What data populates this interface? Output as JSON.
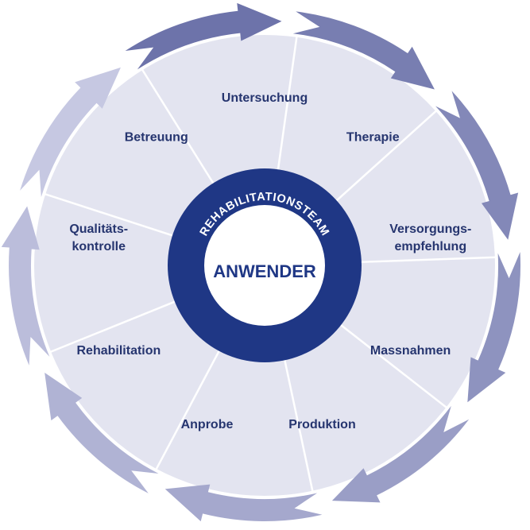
{
  "segments": [
    "Untersuchung",
    "Therapie",
    [
      "Versorgungs-",
      "empfehlung"
    ],
    "Massnahmen",
    "Produktion",
    "Anprobe",
    "Rehabilitation",
    [
      "Qualitäts-",
      "kontrolle"
    ],
    "Betreuung"
  ],
  "center": {
    "ring_text": "REHABILITATIONSTEAM",
    "title": "ANWENDER"
  },
  "colors": {
    "segment_fill": "#e3e4f0",
    "divider": "#ffffff",
    "ring": "#1f3785",
    "label": "#26356f",
    "arrow_dark": "#6d73aa",
    "arrow_light": "#c6c8e2"
  }
}
